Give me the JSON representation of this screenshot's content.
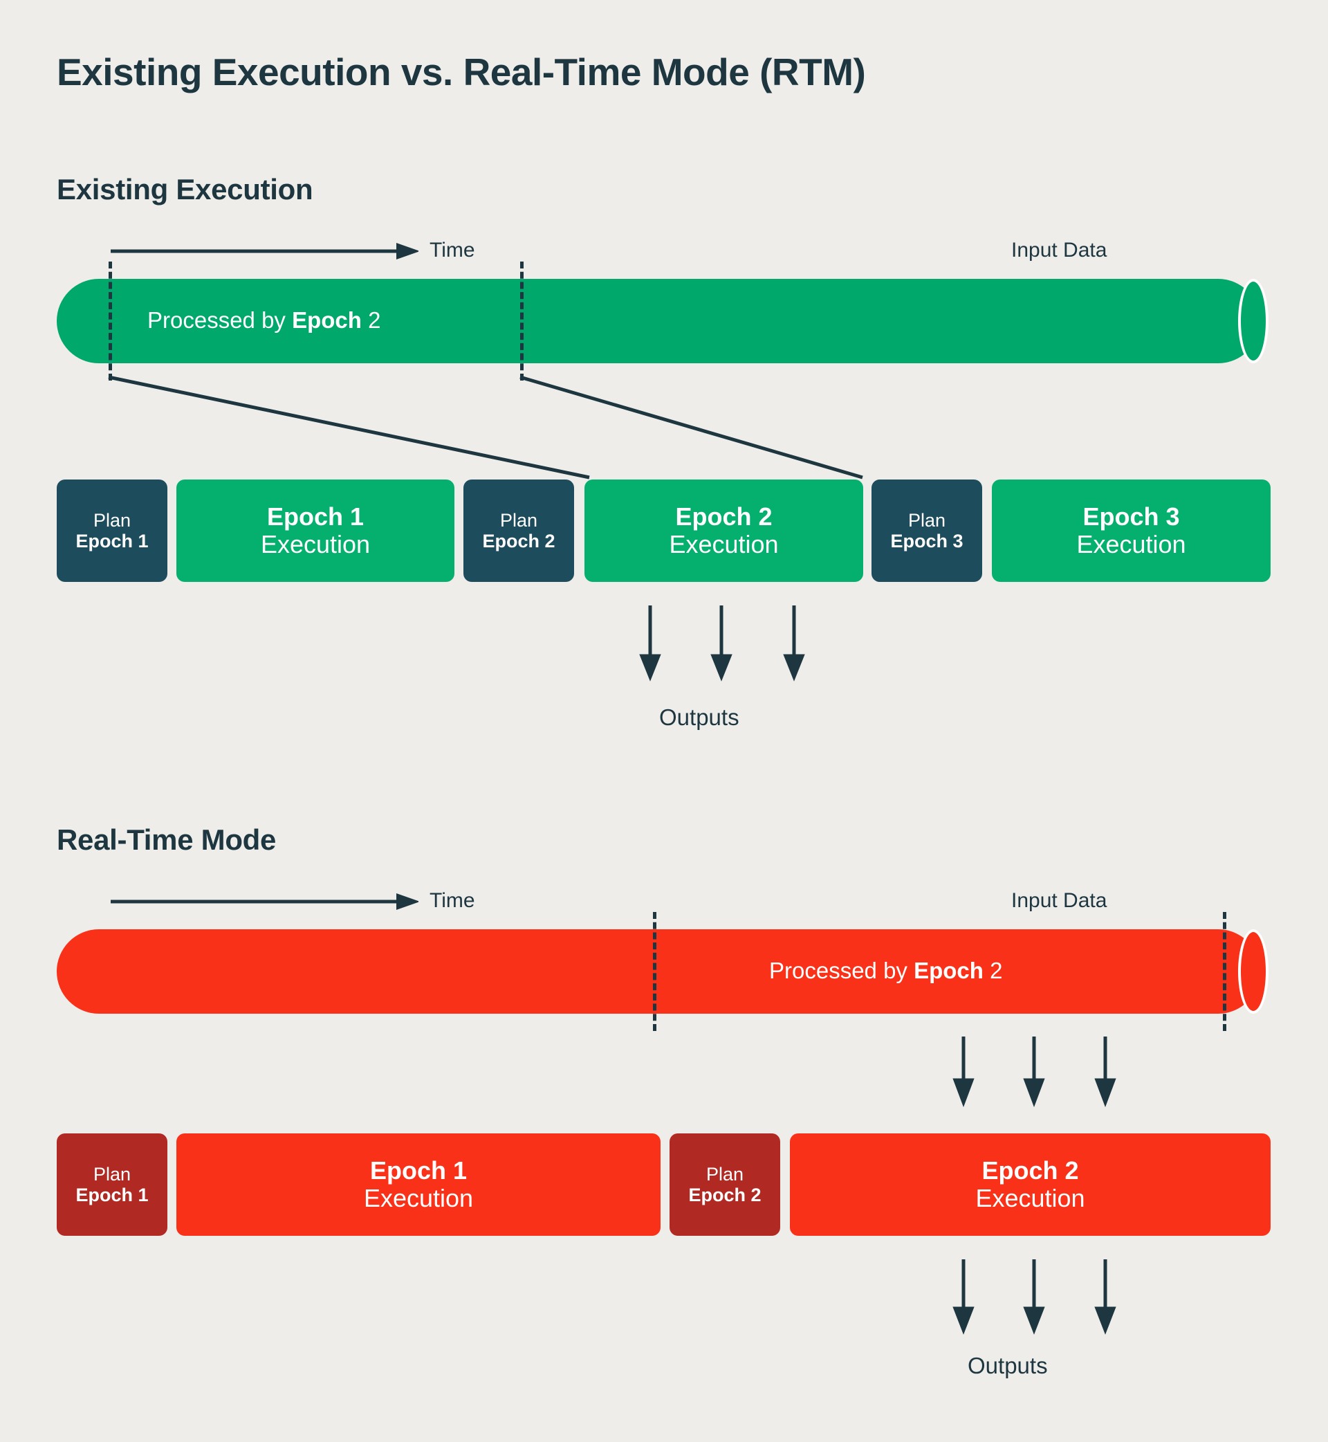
{
  "page": {
    "title": "Existing Execution vs. Real-Time Mode (RTM)",
    "background_color": "#EEEDE9",
    "ink_color": "#1D3640"
  },
  "colors": {
    "green_pipe": "#00A86B",
    "green_exec": "#05B06F",
    "navy_plan": "#1D4C5C",
    "red_pipe": "#FA3119",
    "red_exec": "#FA3119",
    "dark_red_plan": "#B02A23",
    "text_light": "#FFFFFF"
  },
  "sections": [
    {
      "id": "existing-execution",
      "heading": "Existing Execution",
      "time_label": "Time",
      "input_label": "Input Data",
      "pipe": {
        "label_prefix": "Processed by ",
        "label_strong": "Epoch",
        "label_suffix": " 2",
        "color": "#00A86B"
      },
      "outputs_label": "Outputs",
      "blocks": [
        {
          "type": "plan",
          "line1": "Plan",
          "line2": "Epoch 1",
          "color": "#1D4C5C"
        },
        {
          "type": "exec",
          "line1": "Epoch 1",
          "line2": "Execution",
          "color": "#05B06F"
        },
        {
          "type": "plan",
          "line1": "Plan",
          "line2": "Epoch 2",
          "color": "#1D4C5C"
        },
        {
          "type": "exec",
          "line1": "Epoch 2",
          "line2": "Execution",
          "color": "#05B06F"
        },
        {
          "type": "plan",
          "line1": "Plan",
          "line2": "Epoch 3",
          "color": "#1D4C5C"
        },
        {
          "type": "exec",
          "line1": "Epoch 3",
          "line2": "Execution",
          "color": "#05B06F"
        }
      ]
    },
    {
      "id": "real-time-mode",
      "heading": "Real-Time Mode",
      "time_label": "Time",
      "input_label": "Input Data",
      "pipe": {
        "label_prefix": "Processed by ",
        "label_strong": "Epoch",
        "label_suffix": " 2",
        "color": "#FA3119"
      },
      "outputs_label": "Outputs",
      "blocks": [
        {
          "type": "plan",
          "line1": "Plan",
          "line2": "Epoch 1",
          "color": "#B02A23"
        },
        {
          "type": "exec",
          "line1": "Epoch 1",
          "line2": "Execution",
          "color": "#FA3119"
        },
        {
          "type": "plan",
          "line1": "Plan",
          "line2": "Epoch 2",
          "color": "#B02A23"
        },
        {
          "type": "exec",
          "line1": "Epoch 2",
          "line2": "Execution",
          "color": "#FA3119"
        }
      ]
    }
  ]
}
